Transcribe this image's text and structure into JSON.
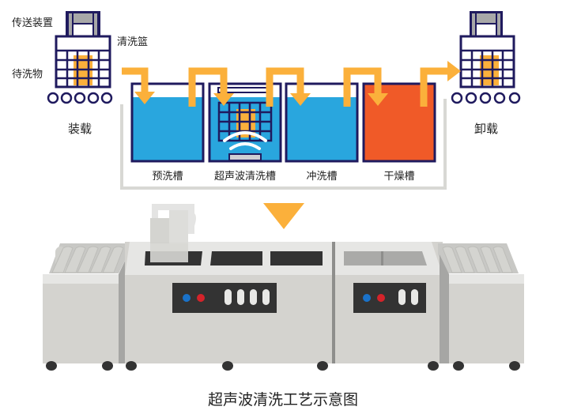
{
  "title": "超声波清洗工艺示意图",
  "labels": {
    "conveyor": "传送装置",
    "basket": "清洗篮",
    "workpiece": "待洗物",
    "load": "装载",
    "unload": "卸载"
  },
  "tanks": [
    {
      "name": "预洗槽",
      "color": "#29a6de"
    },
    {
      "name": "超声波清洗槽",
      "color": "#29a6de"
    },
    {
      "name": "冲洗槽",
      "color": "#29a6de"
    },
    {
      "name": "干燥槽",
      "color": "#f05a28"
    }
  ],
  "colors": {
    "navy": "#1f1a5e",
    "arrow": "#fbb03b",
    "water": "#29a6de",
    "dryer": "#f05a28",
    "machine": "#d4d3cf",
    "panel": "#333333",
    "led_blue": "#1a72c9",
    "led_red": "#d4232a"
  }
}
